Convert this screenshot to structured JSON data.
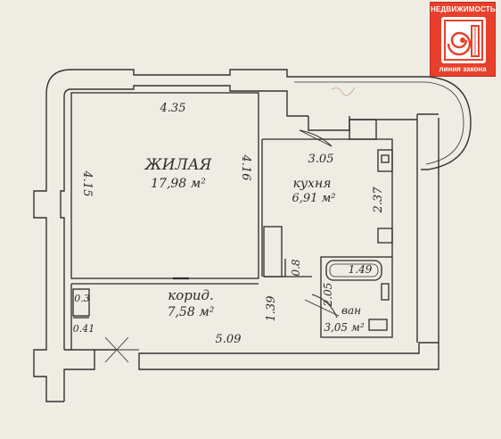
{
  "logo": {
    "top": "НЕДВИЖИМОСТЬ",
    "bottom": "линия закона"
  },
  "rooms": {
    "living": {
      "name": "ЖИЛАЯ",
      "area": "17,98 м²"
    },
    "kitchen": {
      "name": "кухня",
      "area": "6,91 м²"
    },
    "corridor": {
      "name": "корид.",
      "area": "7,58 м²"
    },
    "bathroom": {
      "name": "ван",
      "area": "3,05 м²"
    }
  },
  "dimensions": {
    "living_top": "4.35",
    "living_left": "4.15",
    "living_right": "4.16",
    "kitchen_top": "3.05",
    "kitchen_right": "2.37",
    "kitchen_door": "0.8",
    "bath_top": "1.49",
    "bath_side": "2.05",
    "corridor_side": "1.39",
    "corridor_bottom": "5.09",
    "niche_a": "0.3",
    "niche_b": "0.41"
  }
}
